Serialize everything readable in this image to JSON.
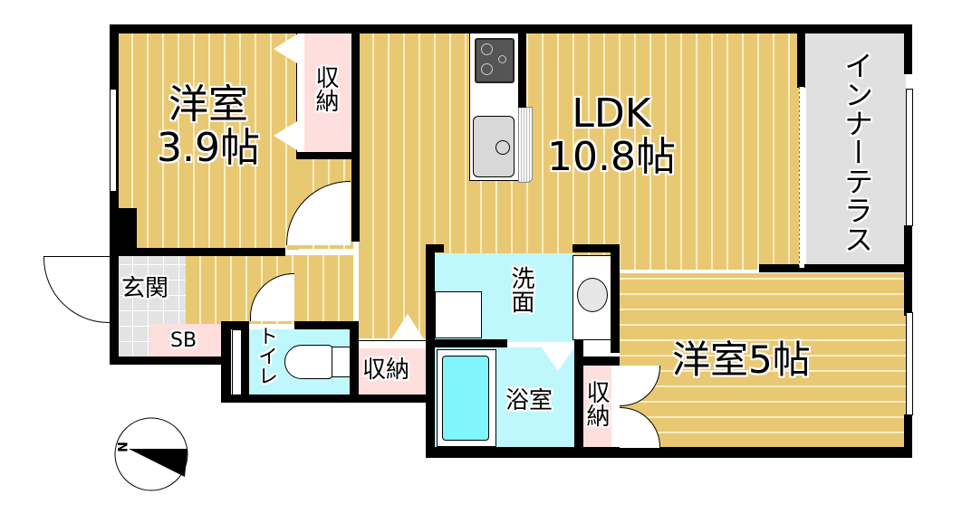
{
  "floorplan": {
    "rooms": {
      "western_room_1": {
        "name": "洋室",
        "size": "3.9帖"
      },
      "ldk": {
        "name": "LDK",
        "size": "10.8帖"
      },
      "inner_terrace": {
        "name": "インナーテラス"
      },
      "western_room_2": {
        "label": "洋室5帖"
      },
      "entrance": {
        "name": "玄関"
      },
      "shoe_box": {
        "name": "SB"
      },
      "toilet": {
        "name": "トイレ"
      },
      "washroom": {
        "name": "洗面"
      },
      "bathroom": {
        "name": "浴室"
      },
      "storage_1": {
        "name": "収納"
      },
      "storage_2": {
        "name": "収納"
      },
      "storage_3": {
        "name": "収納"
      }
    },
    "compass": {
      "north_label": "N"
    },
    "colors": {
      "flooring": "#e8c872",
      "wet_area": "#bff8fc",
      "storage": "#ffdede",
      "terrace": "#e0e0e0",
      "entrance_tile": "#e3e3e3",
      "wall": "#000000"
    }
  }
}
